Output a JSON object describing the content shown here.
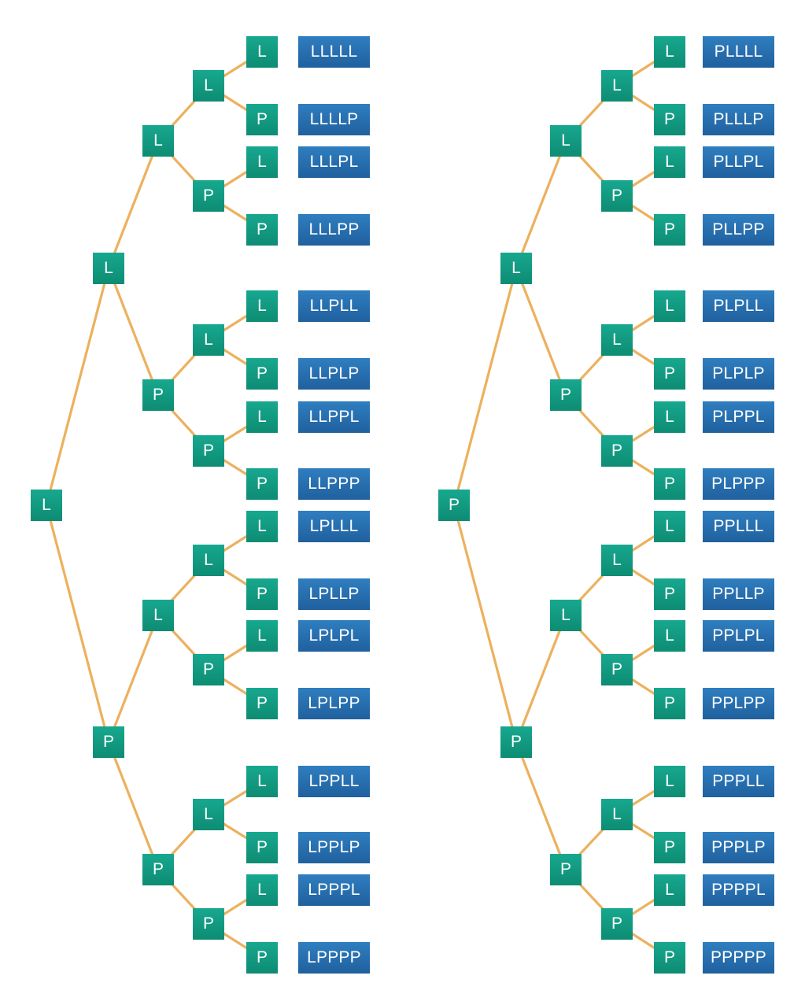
{
  "colors": {
    "edge": "#ecb15e",
    "node": "#0f9a80",
    "result": "#2a72b3",
    "text": "#ffffff"
  },
  "trees": [
    {
      "label": "L",
      "children": [
        {
          "label": "L",
          "children": [
            {
              "label": "L",
              "children": [
                {
                  "label": "L",
                  "children": [
                    {
                      "label": "L",
                      "result": "LLLLL"
                    },
                    {
                      "label": "P",
                      "result": "LLLLP"
                    }
                  ]
                },
                {
                  "label": "P",
                  "children": [
                    {
                      "label": "L",
                      "result": "LLLPL"
                    },
                    {
                      "label": "P",
                      "result": "LLLPP"
                    }
                  ]
                }
              ]
            },
            {
              "label": "P",
              "children": [
                {
                  "label": "L",
                  "children": [
                    {
                      "label": "L",
                      "result": "LLPLL"
                    },
                    {
                      "label": "P",
                      "result": "LLPLP"
                    }
                  ]
                },
                {
                  "label": "P",
                  "children": [
                    {
                      "label": "L",
                      "result": "LLPPL"
                    },
                    {
                      "label": "P",
                      "result": "LLPPP"
                    }
                  ]
                }
              ]
            }
          ]
        },
        {
          "label": "P",
          "children": [
            {
              "label": "L",
              "children": [
                {
                  "label": "L",
                  "children": [
                    {
                      "label": "L",
                      "result": "LPLLL"
                    },
                    {
                      "label": "P",
                      "result": "LPLLP"
                    }
                  ]
                },
                {
                  "label": "P",
                  "children": [
                    {
                      "label": "L",
                      "result": "LPLPL"
                    },
                    {
                      "label": "P",
                      "result": "LPLPP"
                    }
                  ]
                }
              ]
            },
            {
              "label": "P",
              "children": [
                {
                  "label": "L",
                  "children": [
                    {
                      "label": "L",
                      "result": "LPPLL"
                    },
                    {
                      "label": "P",
                      "result": "LPPLP"
                    }
                  ]
                },
                {
                  "label": "P",
                  "children": [
                    {
                      "label": "L",
                      "result": "LPPPL"
                    },
                    {
                      "label": "P",
                      "result": "LPPPP"
                    }
                  ]
                }
              ]
            }
          ]
        }
      ]
    },
    {
      "label": "P",
      "children": [
        {
          "label": "L",
          "children": [
            {
              "label": "L",
              "children": [
                {
                  "label": "L",
                  "children": [
                    {
                      "label": "L",
                      "result": "PLLLL"
                    },
                    {
                      "label": "P",
                      "result": "PLLLP"
                    }
                  ]
                },
                {
                  "label": "P",
                  "children": [
                    {
                      "label": "L",
                      "result": "PLLPL"
                    },
                    {
                      "label": "P",
                      "result": "PLLPP"
                    }
                  ]
                }
              ]
            },
            {
              "label": "P",
              "children": [
                {
                  "label": "L",
                  "children": [
                    {
                      "label": "L",
                      "result": "PLPLL"
                    },
                    {
                      "label": "P",
                      "result": "PLPLP"
                    }
                  ]
                },
                {
                  "label": "P",
                  "children": [
                    {
                      "label": "L",
                      "result": "PLPPL"
                    },
                    {
                      "label": "P",
                      "result": "PLPPP"
                    }
                  ]
                }
              ]
            }
          ]
        },
        {
          "label": "P",
          "children": [
            {
              "label": "L",
              "children": [
                {
                  "label": "L",
                  "children": [
                    {
                      "label": "L",
                      "result": "PPLLL"
                    },
                    {
                      "label": "P",
                      "result": "PPLLP"
                    }
                  ]
                },
                {
                  "label": "P",
                  "children": [
                    {
                      "label": "L",
                      "result": "PPLPL"
                    },
                    {
                      "label": "P",
                      "result": "PPLPP"
                    }
                  ]
                }
              ]
            },
            {
              "label": "P",
              "children": [
                {
                  "label": "L",
                  "children": [
                    {
                      "label": "L",
                      "result": "PPPLL"
                    },
                    {
                      "label": "P",
                      "result": "PPPLP"
                    }
                  ]
                },
                {
                  "label": "P",
                  "children": [
                    {
                      "label": "L",
                      "result": "PPPPL"
                    },
                    {
                      "label": "P",
                      "result": "PPPPP"
                    }
                  ]
                }
              ]
            }
          ]
        }
      ]
    }
  ]
}
